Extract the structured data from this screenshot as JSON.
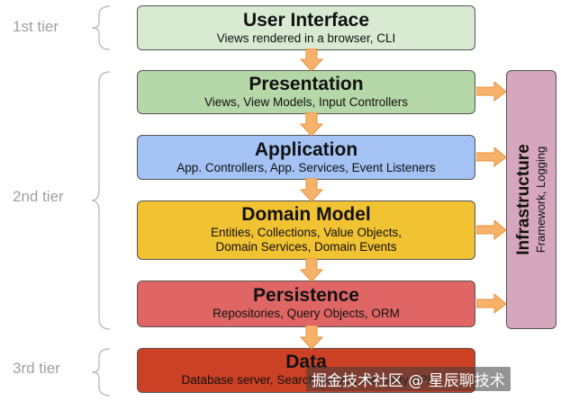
{
  "tiers": [
    {
      "label": "1st tier"
    },
    {
      "label": "2nd tier"
    },
    {
      "label": "3rd tier"
    }
  ],
  "layers": [
    {
      "title": "User Interface",
      "subtitle": "Views rendered in a browser, CLI",
      "color": "#d9ead3"
    },
    {
      "title": "Presentation",
      "subtitle": "Views, View Models, Input Controllers",
      "color": "#b6d7a8"
    },
    {
      "title": "Application",
      "subtitle": "App. Controllers, App. Services, Event Listeners",
      "color": "#a4c2f4"
    },
    {
      "title": "Domain Model",
      "subtitle_line1": "Entities, Collections, Value Objects,",
      "subtitle_line2": "Domain Services, Domain Events",
      "color": "#f1c232"
    },
    {
      "title": "Persistence",
      "subtitle": "Repositories, Query Objects, ORM",
      "color": "#e06666"
    },
    {
      "title": "Data",
      "subtitle": "Database server, Search Server, 3rd party API",
      "color": "#cc4125"
    }
  ],
  "infrastructure": {
    "title": "Infrastructure",
    "subtitle": "Framework, Logging",
    "color": "#d5a6bd"
  },
  "arrow_color": "#f6b26b",
  "watermark": "掘金技术社区 @ 星辰聊技术"
}
